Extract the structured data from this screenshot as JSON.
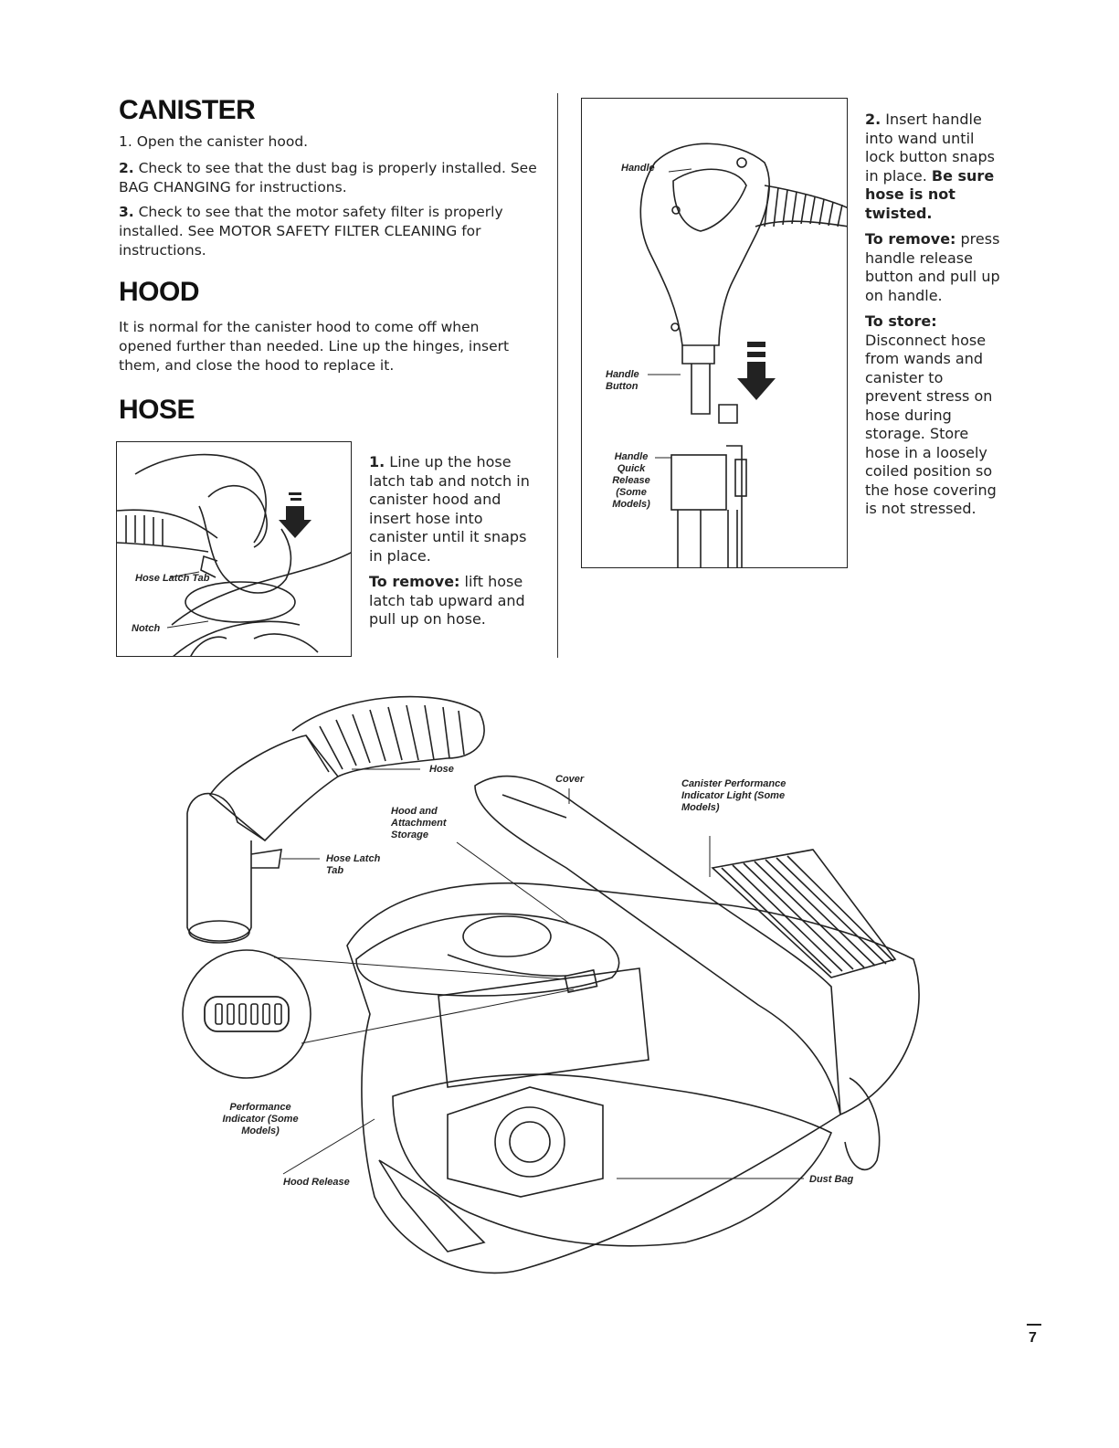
{
  "canister": {
    "title": "CANISTER",
    "step1": "1. Open the canister hood.",
    "step2_num": "2.",
    "step2": " Check to see that the dust bag is properly installed. See BAG CHANGING for instructions.",
    "step3_num": "3.",
    "step3": " Check to see that the motor safety filter is properly installed. See MOTOR SAFETY FILTER CLEANING for instructions."
  },
  "hood": {
    "title": "HOOD",
    "text": "It is normal for the canister hood to come off when opened further than needed. Line up the hinges, insert them, and close the hood to replace it."
  },
  "hose": {
    "title": "HOSE",
    "step1_num": "1.",
    "step1": " Line up the hose latch tab and notch in canister hood and insert hose into canister until it snaps in place.",
    "remove_label": "To remove:",
    "remove": " lift hose latch tab upward and pull up on hose.",
    "fig_labels": {
      "latch": "Hose Latch Tab",
      "notch": "Notch"
    }
  },
  "handle": {
    "step2_num": "2.",
    "step2": " Insert handle into wand until lock button snaps in place. ",
    "warning": "Be sure hose is not twisted.",
    "remove_label": "To remove:",
    "remove": " press handle release button and pull up on handle.",
    "store_label": "To store:",
    "store": "Disconnect hose from wands and canister to prevent stress on hose during storage. Store hose in a loosely coiled position so the hose covering is not stressed.",
    "fig_labels": {
      "handle": "Handle",
      "handle_button": "Handle Button",
      "quick_release": "Handle Quick Release (Some Models)"
    }
  },
  "diagram": {
    "labels": {
      "hose": "Hose",
      "cover": "Cover",
      "canister_light": "Canister Performance Indicator Light (Some Models)",
      "hood_storage": "Hood and Attachment Storage",
      "hose_latch": "Hose Latch Tab",
      "perf_indicator": "Performance Indicator (Some Models)",
      "hood_release": "Hood Release",
      "dust_bag": "Dust Bag"
    }
  },
  "page_number": "7"
}
